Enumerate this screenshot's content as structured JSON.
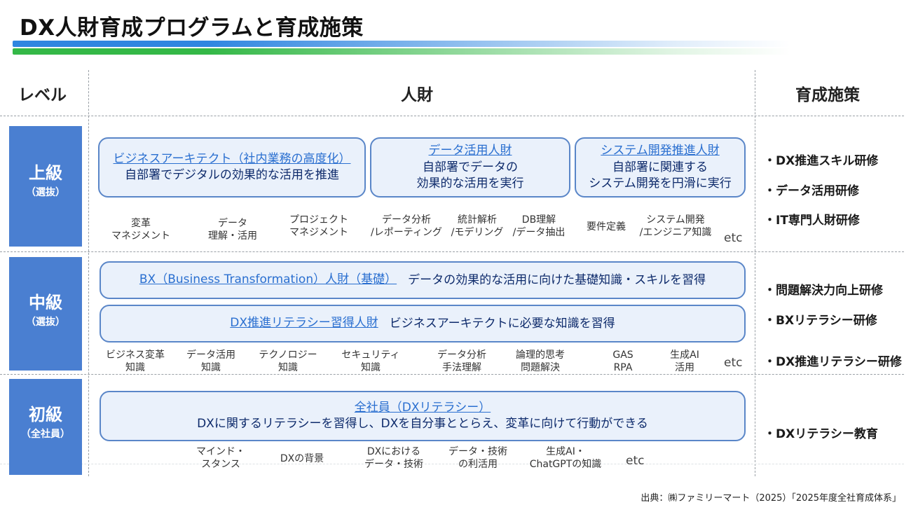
{
  "title": "DX人財育成プログラムと育成施策",
  "headers": {
    "level": "レベル",
    "talent": "人財",
    "measures": "育成施策"
  },
  "levels": [
    {
      "name": "上級",
      "sub": "（選抜）"
    },
    {
      "name": "中級",
      "sub": "（選抜）"
    },
    {
      "name": "初級",
      "sub": "（全社員）"
    }
  ],
  "advanced": {
    "boxes": [
      {
        "title": "ビジネスアーキテクト（社内業務の高度化）",
        "body": [
          "自部署でデジタルの効果的な活用を推進"
        ]
      },
      {
        "title": "データ活用人財",
        "body": [
          "自部署でデータの",
          "効果的な活用を実行"
        ]
      },
      {
        "title": "システム開発推進人財",
        "body": [
          "自部署に関連する",
          "システム開発を円滑に実行"
        ]
      }
    ],
    "skills": [
      "変革\nマネジメント",
      "データ\n理解・活用",
      "プロジェクト\nマネジメント",
      "データ分析\n/レポーティング",
      "統計解析\n/モデリング",
      "DB理解\n/データ抽出",
      "要件定義",
      "システム開発\n/エンジニア知識"
    ],
    "etc": "etc",
    "measures": [
      "・DX推進スキル研修",
      "・データ活用研修",
      "・IT専門人財研修"
    ]
  },
  "intermediate": {
    "boxes": [
      {
        "title": "BX（Business Transformation）人財（基礎）",
        "body": "データの効果的な活用に向けた基礎知識・スキルを習得"
      },
      {
        "title": "DX推進リテラシー習得人財",
        "body": "ビジネスアーキテクトに必要な知識を習得"
      }
    ],
    "skills": [
      "ビジネス変革\n知識",
      "データ活用\n知識",
      "テクノロジー\n知識",
      "セキュリティ\n知識",
      "データ分析\n手法理解",
      "論理的思考\n問題解決",
      "GAS\nRPA",
      "生成AI\n活用"
    ],
    "etc": "etc",
    "measures": [
      "・問題解決力向上研修",
      "・BXリテラシー研修",
      "・DX推進リテラシー研修"
    ]
  },
  "beginner": {
    "box": {
      "title": "全社員（DXリテラシー）",
      "body": "DXに関するリテラシーを習得し、DXを自分事ととらえ、変革に向けて行動ができる"
    },
    "skills": [
      "マインド・\nスタンス",
      "DXの背景",
      "DXにおける\nデータ・技術",
      "データ・技術\nの利活用",
      "生成AI・\nChatGPTの知識"
    ],
    "etc": "etc",
    "measures": [
      "・DXリテラシー教育"
    ]
  },
  "source": "出典：㈱ファミリーマート（2025）「2025年度全社育成体系」",
  "colors": {
    "level_bg": "#4a7fd1",
    "box_border": "#5a86c8",
    "box_bg": "#eaf1fb",
    "title_link": "#2a6fd0",
    "bar_blue": "#2f86e0",
    "bar_green": "#34b847"
  }
}
